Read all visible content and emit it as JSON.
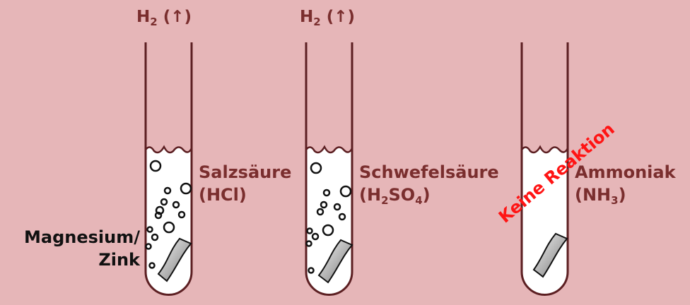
{
  "gas": {
    "symbol": "H",
    "subscript": "2",
    "arrow": "(↑)"
  },
  "tubes": [
    {
      "acid_name": "Salzsäure",
      "formula_parts": [
        "(HCl)"
      ],
      "reaction": true
    },
    {
      "acid_name": "Schwefelsäure",
      "formula_parts": [
        "(H",
        "2",
        "SO",
        "4",
        ")"
      ],
      "reaction": true
    },
    {
      "acid_name": "Ammoniak",
      "formula_parts": [
        "(NH",
        "3",
        ")"
      ],
      "reaction": false
    }
  ],
  "metal_label": {
    "line1": "Magnesium/",
    "line2": "Zink"
  },
  "no_reaction_label": "Keine Reaktion",
  "colors": {
    "background": "#e6b6b8",
    "tube_outline": "#5c1f22",
    "label_text": "#7a2e2e",
    "no_reaction_text": "#ff1414",
    "metal_fill": "#9a9a9a"
  }
}
